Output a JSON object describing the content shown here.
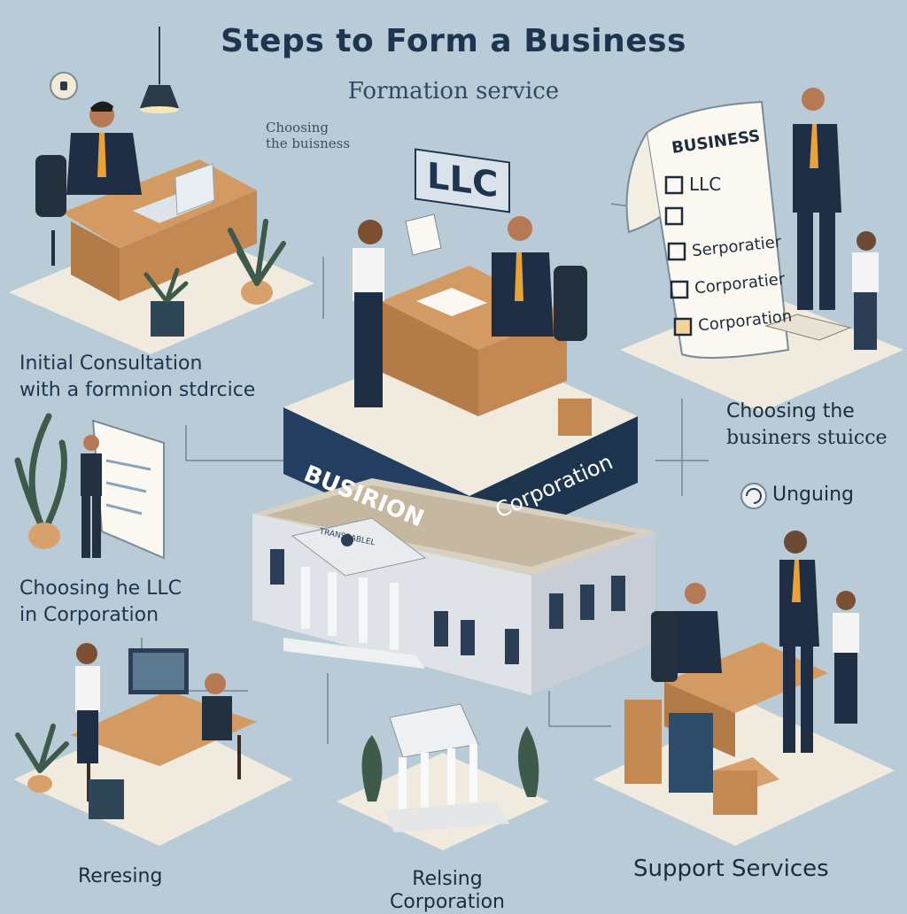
{
  "title": "Steps to Form a Business",
  "subtitle": "Formation service",
  "labels": {
    "choosing_business_top": [
      "Choosing",
      "the buisness"
    ],
    "llc_sign": "LLC",
    "initial_consultation": [
      "Initial Consultation",
      "with a formnion stdrcice"
    ],
    "choosing_structure": [
      "Choosing the",
      "businers stuicce"
    ],
    "ongoing": "Unguing",
    "choosing_llc": [
      "Choosing he LLC",
      "in Corporation"
    ],
    "block_front": "BUSIRION",
    "block_side": "Corporation",
    "building_sign": "TRANSRABLEL",
    "checklist_title": "BUSINESS",
    "checklist_items": [
      "LLC",
      "",
      "Serporatier",
      "Corporatier",
      "Corporation"
    ],
    "bottom_left": "Reresing",
    "bottom_center": [
      "Relsing",
      "Corporation"
    ],
    "bottom_right": "Support Services"
  },
  "colors": {
    "background": "#b9cbd6",
    "navy": "#1e3550",
    "wood": "#c98f5c",
    "orange_tie": "#e8a23a",
    "platform": "#f1ebdf"
  }
}
